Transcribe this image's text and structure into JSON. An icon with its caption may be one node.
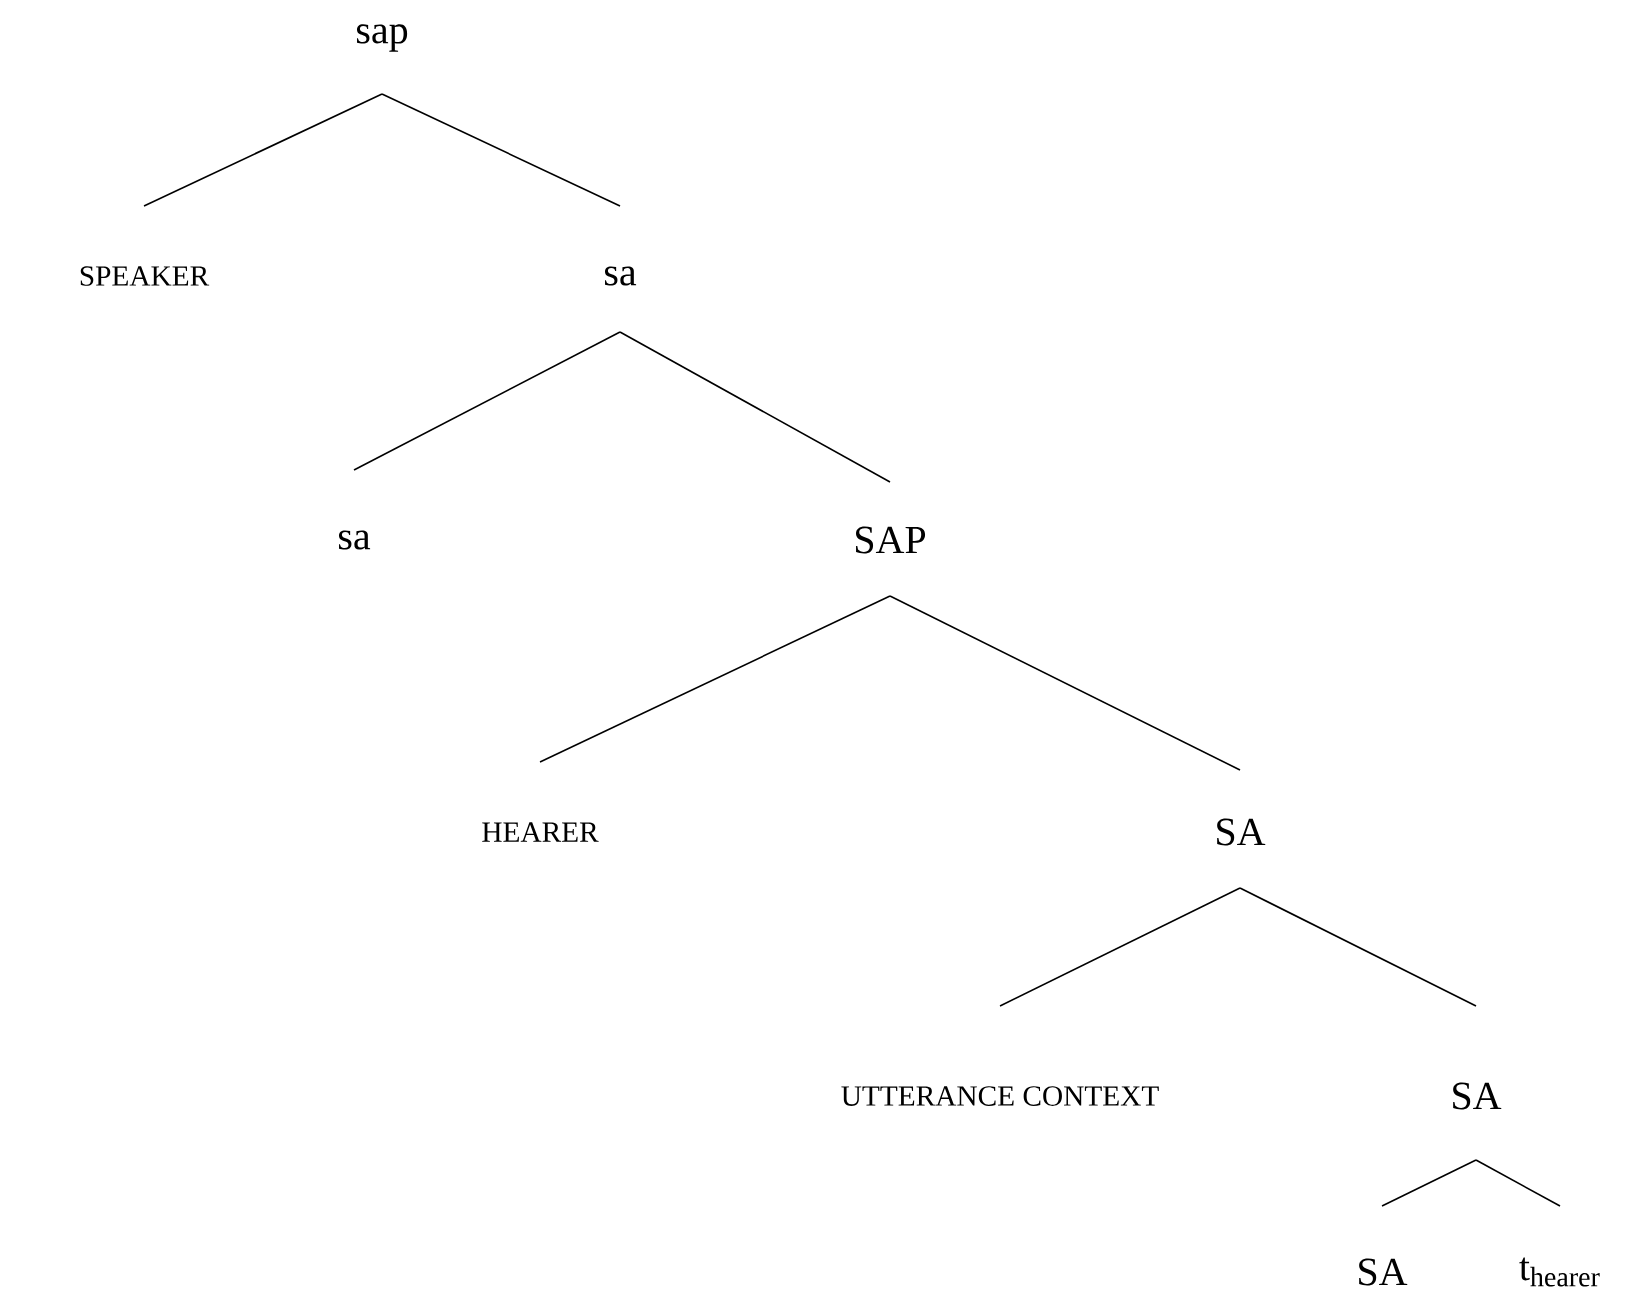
{
  "diagram": {
    "nodes": [
      {
        "text": [
          "sap"
        ]
      },
      {
        "text": [
          "SPEAKER"
        ]
      },
      {
        "text": [
          "sa"
        ]
      },
      {
        "text": [
          "sa"
        ]
      },
      {
        "text": [
          "SAP"
        ]
      },
      {
        "text": [
          "HEARER"
        ]
      },
      {
        "text": [
          "SA"
        ]
      },
      {
        "text": [
          "UTTERANCE CONTEXT"
        ]
      },
      {
        "text": [
          "SA"
        ]
      },
      {
        "text": [
          "SA"
        ]
      },
      {
        "text": [
          "t$_{hearer}$"
        ]
      }
    ],
    "edges": [
      {
        "from": 0,
        "to": 1,
        "arrow": "none"
      },
      {
        "from": 0,
        "to": 2,
        "arrow": "none"
      },
      {
        "from": 2,
        "to": 3,
        "arrow": "none"
      },
      {
        "from": 2,
        "to": 4,
        "arrow": "none"
      },
      {
        "from": 4,
        "to": 5,
        "arrow": "none"
      },
      {
        "from": 4,
        "to": 6,
        "arrow": "none"
      },
      {
        "from": 6,
        "to": 7,
        "arrow": "none"
      },
      {
        "from": 6,
        "to": 8,
        "arrow": "none"
      },
      {
        "from": 8,
        "to": 9,
        "arrow": "none"
      },
      {
        "from": 8,
        "to": 10,
        "arrow": "none"
      }
    ]
  }
}
